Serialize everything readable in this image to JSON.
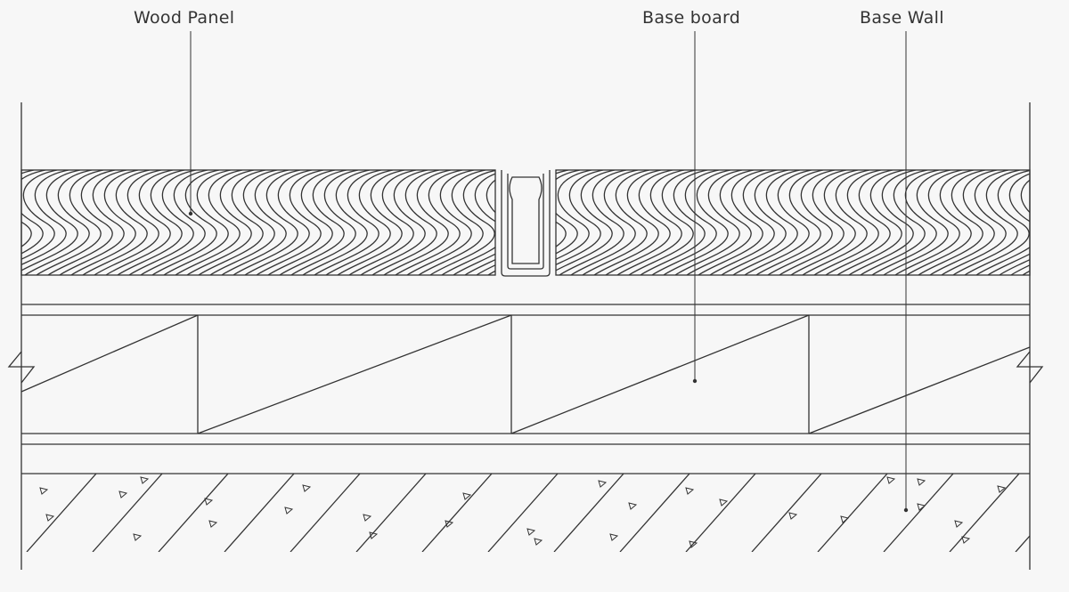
{
  "labels": {
    "wood_panel": "Wood Panel",
    "base_board": "Base board",
    "base_wall": "Base Wall"
  },
  "colors": {
    "background": "#f7f7f7",
    "line": "#333333",
    "text": "#333333"
  }
}
